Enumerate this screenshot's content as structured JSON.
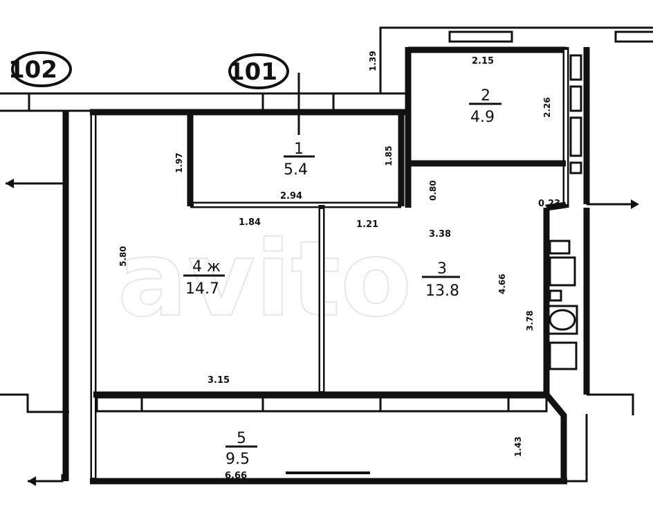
{
  "apartments": [
    {
      "number": "102"
    },
    {
      "number": "101"
    }
  ],
  "rooms": [
    {
      "number": "1",
      "area": "5.4"
    },
    {
      "number": "2",
      "area": "4.9"
    },
    {
      "number": "3",
      "area": "13.8"
    },
    {
      "number": "4 ж",
      "area": "14.7"
    },
    {
      "number": "5",
      "area": "9.5"
    }
  ],
  "dimensions": {
    "d_1_39": "1.39",
    "d_2_15": "2.15",
    "d_2_26": "2.26",
    "d_1_97": "1.97",
    "d_1_85": "1.85",
    "d_2_94": "2.94",
    "d_0_80": "0.80",
    "d_0_23": "0.23",
    "d_1_84": "1.84",
    "d_1_21": "1.21",
    "d_3_38": "3.38",
    "d_5_80": "5.80",
    "d_4_66": "4.66",
    "d_3_78": "3.78",
    "d_3_15": "3.15",
    "d_1_43": "1.43",
    "d_6_66": "6.66"
  },
  "watermark": "avito"
}
